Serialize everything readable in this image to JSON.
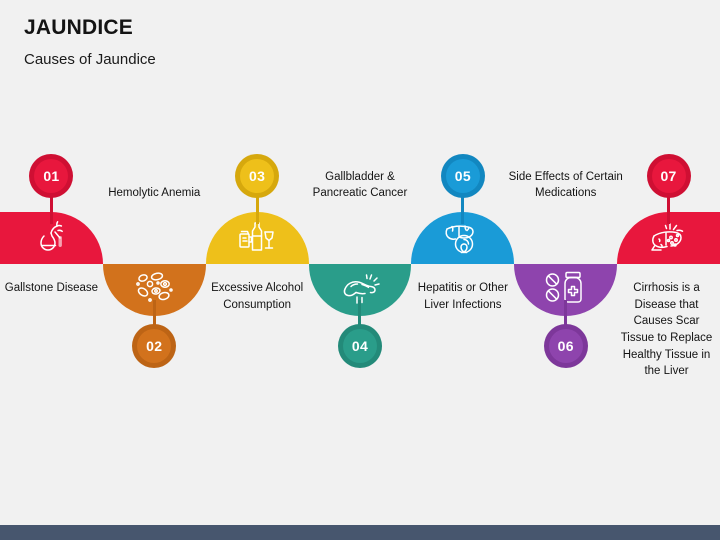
{
  "header": {
    "title": "JAUNDICE",
    "subtitle": "Causes of Jaundice"
  },
  "theme": {
    "background": "#f1f1f1",
    "bottom_bar": "#47566e",
    "text": "#141414"
  },
  "infographic": {
    "type": "alternating-semicircle-process",
    "segments": [
      {
        "number": "01",
        "label": "Gallstone Disease",
        "icon": "gallbladder-icon",
        "color": "#e8173d",
        "color_dark": "#cf0f33",
        "direction": "up"
      },
      {
        "number": "02",
        "label": "Hemolytic Anemia",
        "icon": "blood-cells-icon",
        "color": "#d2721c",
        "color_dark": "#bd6415",
        "direction": "down"
      },
      {
        "number": "03",
        "label": "Excessive Alcohol Consumption",
        "icon": "alcohol-bottle-glass-icon",
        "color": "#eec01a",
        "color_dark": "#d6a80d",
        "direction": "up"
      },
      {
        "number": "04",
        "label": "Gallbladder & Pancreatic Cancer",
        "icon": "pancreas-icon",
        "color": "#2a9d8a",
        "color_dark": "#238a79",
        "direction": "down"
      },
      {
        "number": "05",
        "label": "Hepatitis or Other Liver Infections",
        "icon": "liver-virus-icon",
        "color": "#1a9bd7",
        "color_dark": "#1287c0",
        "direction": "up"
      },
      {
        "number": "06",
        "label": "Side Effects of Certain Medications",
        "icon": "pills-bottle-icon",
        "color": "#8e44ad",
        "color_dark": "#7d379a",
        "direction": "down"
      },
      {
        "number": "07",
        "label": "Cirrhosis is a Disease that Causes Scar Tissue to Replace Healthy Tissue in the Liver",
        "icon": "cirrhosis-liver-icon",
        "color": "#e8173d",
        "color_dark": "#cf0f33",
        "direction": "up"
      }
    ]
  }
}
